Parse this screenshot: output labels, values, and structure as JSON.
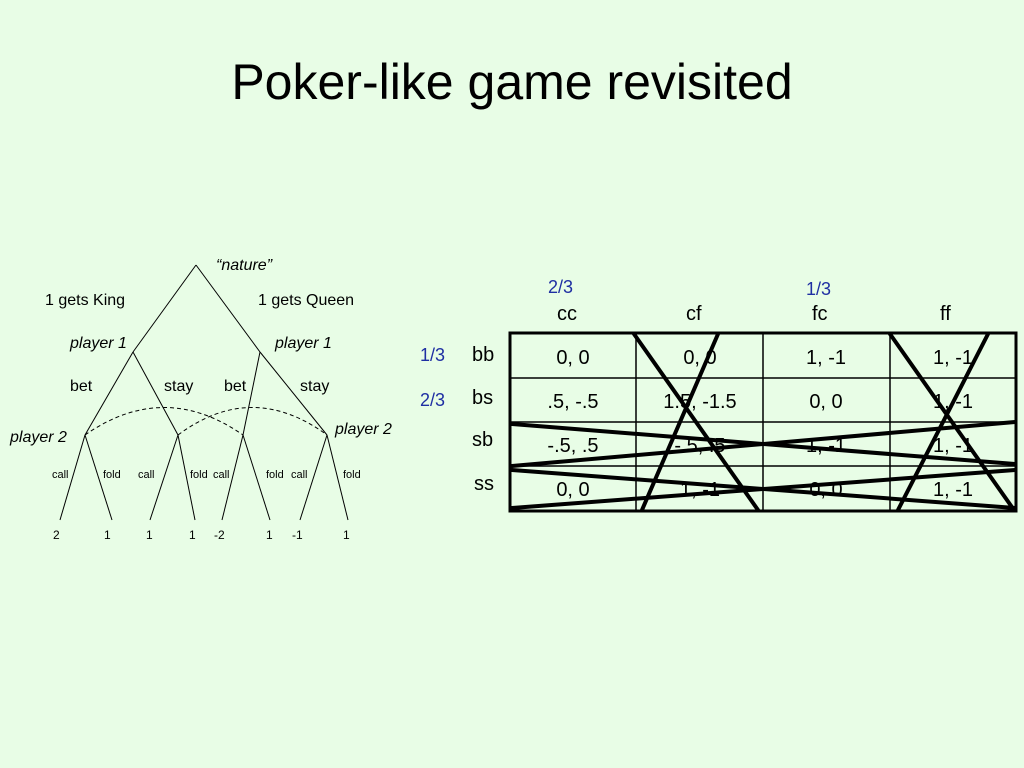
{
  "title": "Poker-like game revisited",
  "tree": {
    "root_label": "“nature”",
    "branch_left": "1 gets King",
    "branch_right": "1 gets Queen",
    "player1_left": "player 1",
    "player1_right": "player 1",
    "actions_p1": [
      "bet",
      "stay",
      "bet",
      "stay"
    ],
    "player2_left": "player 2",
    "player2_right": "player 2",
    "actions_p2": [
      "call",
      "fold",
      "call",
      "fold",
      "call",
      "fold",
      "call",
      "fold"
    ],
    "payoffs": [
      "2",
      "1",
      "1",
      "1",
      "-2",
      "1",
      "-1",
      "1"
    ]
  },
  "matrix": {
    "column_probs": [
      "2/3",
      "",
      "1/3",
      ""
    ],
    "columns": [
      "cc",
      "cf",
      "fc",
      "ff"
    ],
    "row_probs": [
      "1/3",
      "2/3",
      "",
      ""
    ],
    "rows": [
      "bb",
      "bs",
      "sb",
      "ss"
    ],
    "cells": [
      [
        "0, 0",
        "0, 0",
        "1, -1",
        "1, -1"
      ],
      [
        ".5, -.5",
        "1.5, -1.5",
        "0, 0",
        "1, -1"
      ],
      [
        "-.5, .5",
        "-.5, .5",
        "1, -1",
        "1, -1"
      ],
      [
        "0, 0",
        "1, -1",
        "0, 0",
        "1, -1"
      ]
    ],
    "eliminated_columns": [
      "cf",
      "ff"
    ],
    "eliminated_rows": [
      "sb",
      "ss"
    ]
  }
}
